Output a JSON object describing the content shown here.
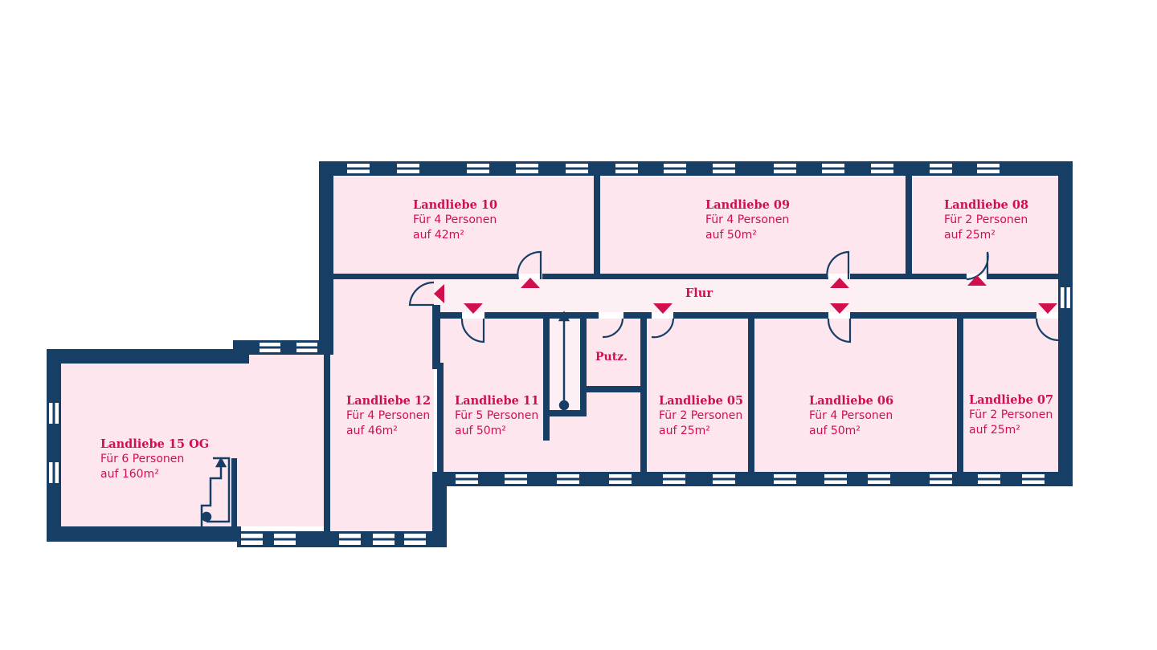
{
  "colors": {
    "wall": "#173f66",
    "room": "#fde6ee",
    "corridor": "#fdf0f5",
    "accent": "#d0104c"
  },
  "corridor_label": "Flur",
  "utility_label": "Putz.",
  "rooms": [
    {
      "id": "10",
      "name": "Landliebe 10",
      "persons": "Für 4 Personen",
      "area": "auf 42m²"
    },
    {
      "id": "09",
      "name": "Landliebe 09",
      "persons": "Für 4 Personen",
      "area": "auf 50m²"
    },
    {
      "id": "08",
      "name": "Landliebe 08",
      "persons": "Für 2 Personen",
      "area": "auf 25m²"
    },
    {
      "id": "12",
      "name": "Landliebe 12",
      "persons": "Für 4 Personen",
      "area": "auf 46m²"
    },
    {
      "id": "11",
      "name": "Landliebe 11",
      "persons": "Für 5 Personen",
      "area": "auf 50m²"
    },
    {
      "id": "05",
      "name": "Landliebe 05",
      "persons": "Für 2 Personen",
      "area": "auf 25m²"
    },
    {
      "id": "06",
      "name": "Landliebe 06",
      "persons": "Für 4 Personen",
      "area": "auf 50m²"
    },
    {
      "id": "07",
      "name": "Landliebe 07",
      "persons": "Für 2 Personen",
      "area": "auf 25m²"
    },
    {
      "id": "15",
      "name": "Landliebe 15 OG",
      "persons": "Für 6 Personen",
      "area": "auf 160m²"
    }
  ]
}
